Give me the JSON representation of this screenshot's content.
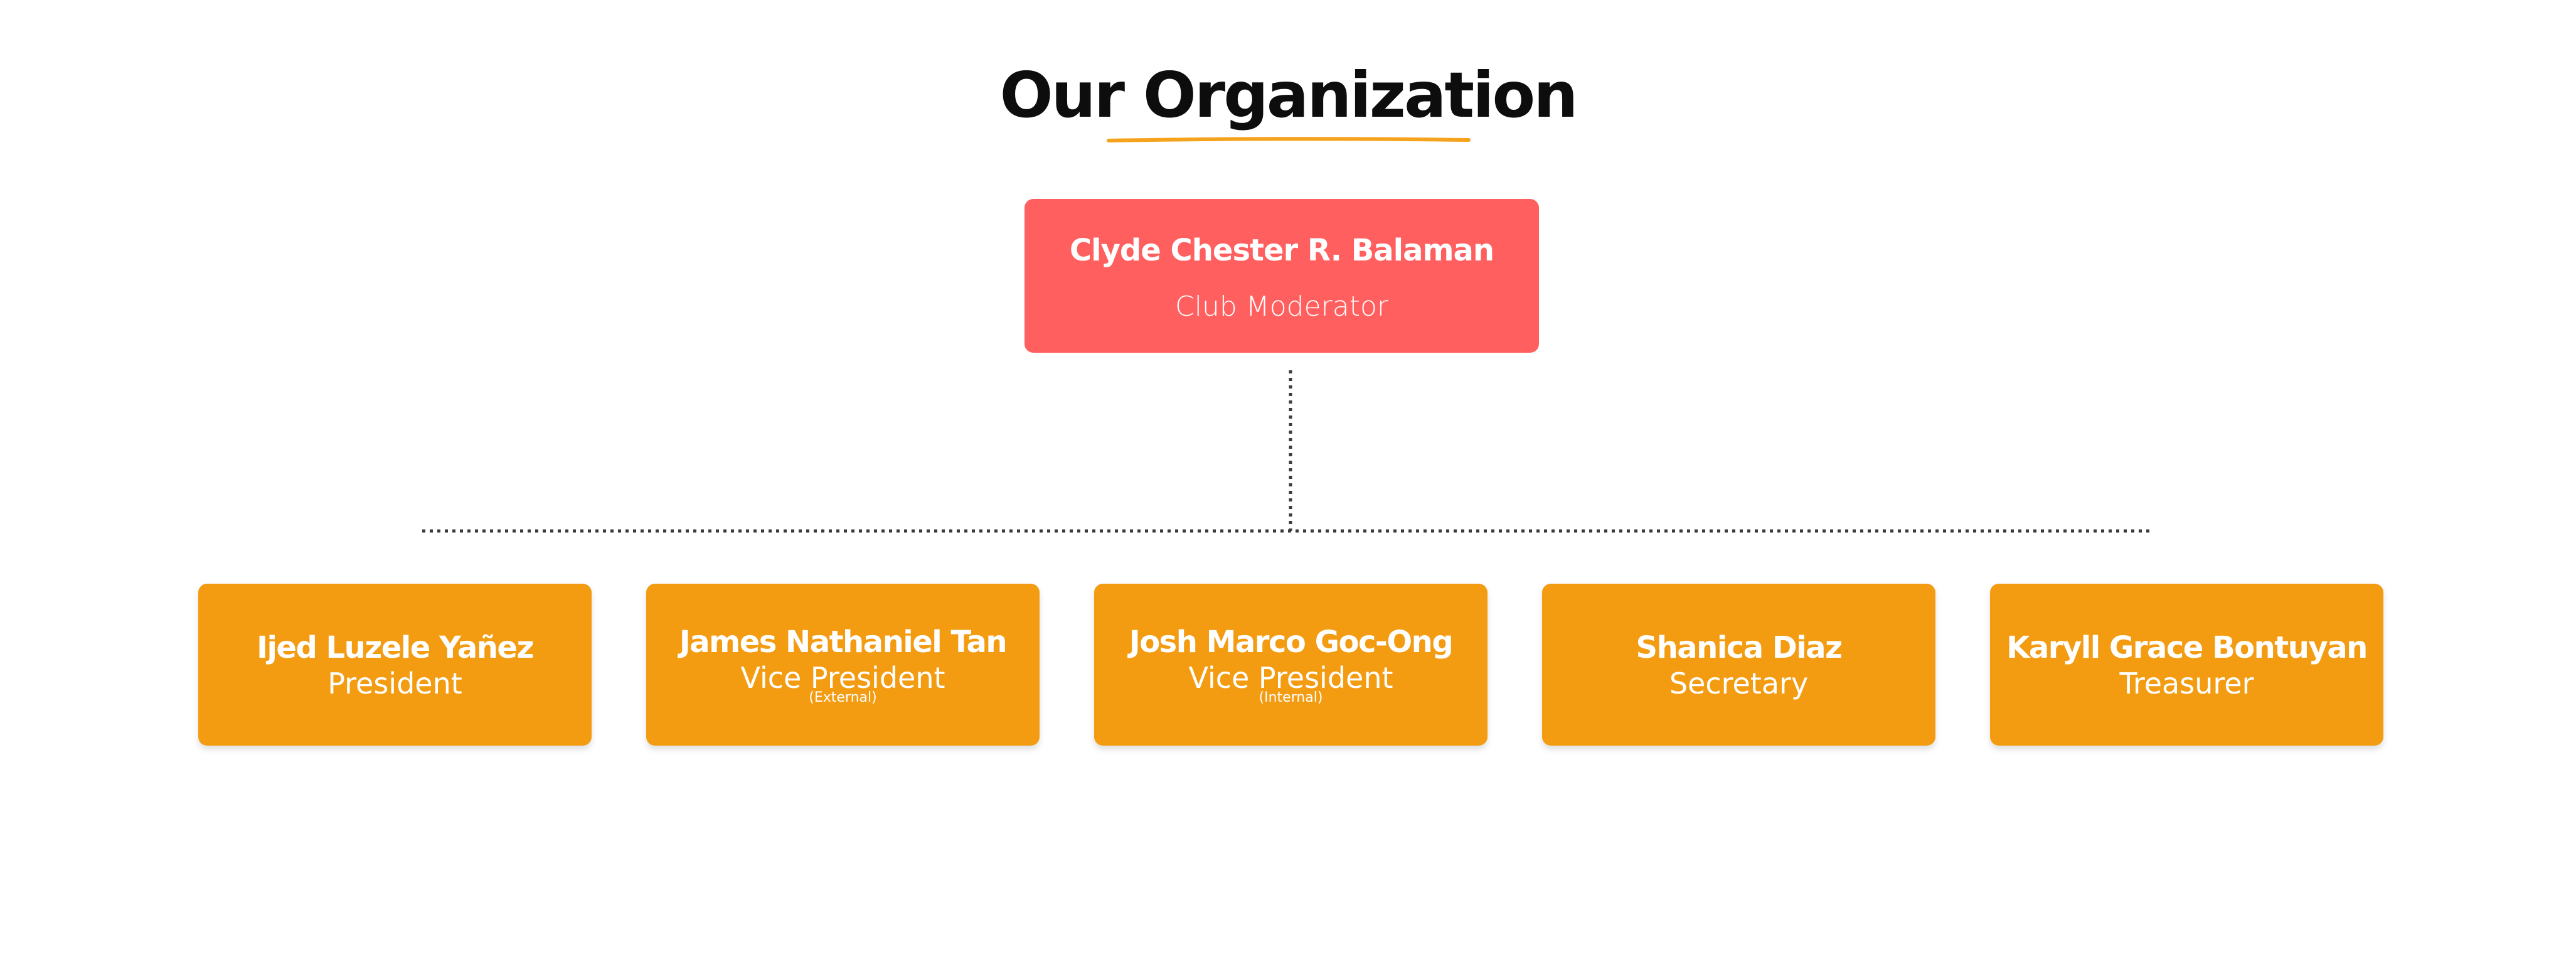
{
  "title": "Our Organization",
  "colors": {
    "moderator_card": "#ff5f5f",
    "officer_card": "#f39c12",
    "underline": "#f5a21d",
    "connector": "#3a3a3a",
    "title_text": "#0d0d0d"
  },
  "moderator": {
    "name": "Clyde Chester R. Balaman",
    "role": "Club Moderator"
  },
  "officers": [
    {
      "name": "Ijed Luzele Yañez",
      "role": "President",
      "sub": ""
    },
    {
      "name": "James Nathaniel Tan",
      "role": "Vice President",
      "sub": "(External)"
    },
    {
      "name": "Josh Marco Goc-Ong",
      "role": "Vice President",
      "sub": "(Internal)"
    },
    {
      "name": "Shanica Diaz",
      "role": "Secretary",
      "sub": ""
    },
    {
      "name": "Karyll Grace Bontuyan",
      "role": "Treasurer",
      "sub": ""
    }
  ]
}
